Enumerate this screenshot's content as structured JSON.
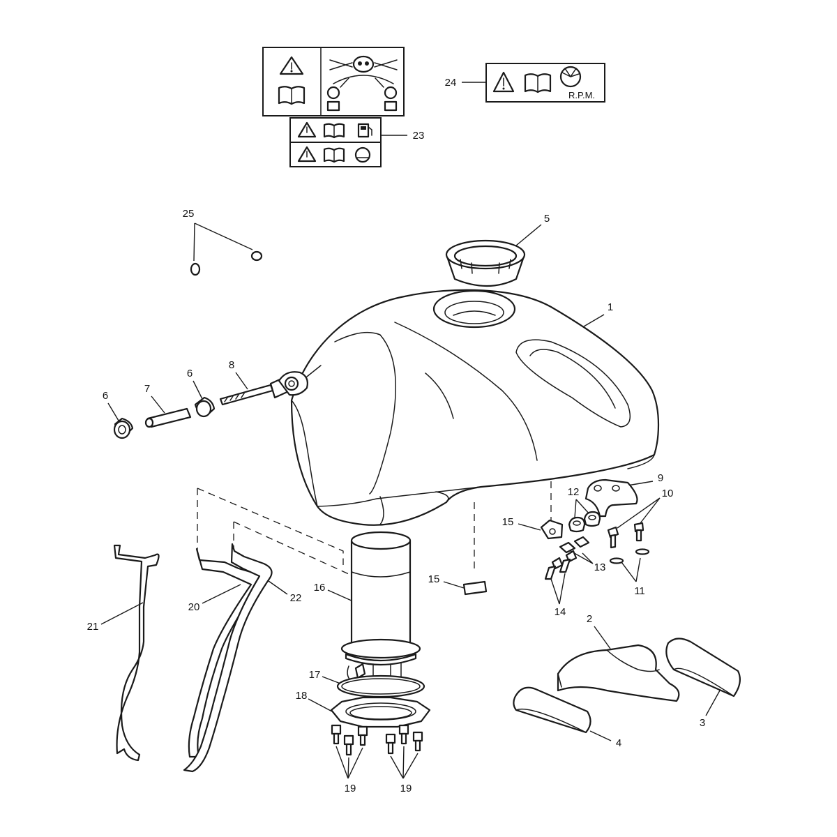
{
  "callouts": {
    "c1": "1",
    "c2": "2",
    "c3": "3",
    "c4": "4",
    "c5": "5",
    "c6a": "6",
    "c6b": "6",
    "c7": "7",
    "c8": "8",
    "c9": "9",
    "c10": "10",
    "c11": "11",
    "c12": "12",
    "c13": "13",
    "c14": "14",
    "c15a": "15",
    "c15b": "15",
    "c16": "16",
    "c17": "17",
    "c18": "18",
    "c19a": "19",
    "c19b": "19",
    "c20": "20",
    "c21": "21",
    "c22": "22",
    "c23": "23",
    "c24": "24",
    "c25": "25"
  },
  "labels": {
    "rpm_text": "R.P.M."
  },
  "icons": [
    "warning-triangle-icon",
    "manual-book-icon",
    "fuel-pump-icon",
    "helmet-icon",
    "tachometer-icon",
    "skull-icon"
  ]
}
